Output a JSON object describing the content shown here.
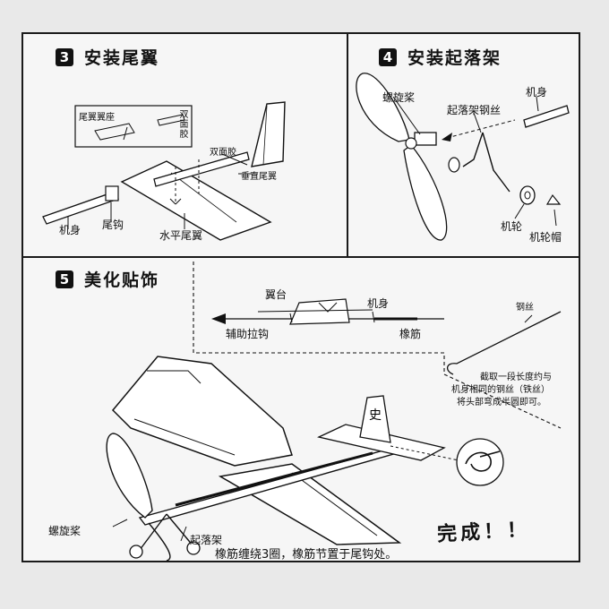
{
  "step3": {
    "number": "3",
    "title": "安装尾翼",
    "labels": {
      "tail_seat": "尾翼翼座",
      "double_tape_vertical": "双面胶",
      "double_tape": "双面胶",
      "vertical_tail": "垂直尾翼",
      "fuselage": "机身",
      "tail_hook": "尾钩",
      "horizontal_tail": "水平尾翼"
    }
  },
  "step4": {
    "number": "4",
    "title": "安装起落架",
    "labels": {
      "propeller": "螺旋桨",
      "landing_gear_wire": "起落架钢丝",
      "fuselage": "机身",
      "wheel": "机轮",
      "wheel_cap": "机轮帽"
    }
  },
  "step5": {
    "number": "5",
    "title": "美化贴饰",
    "labels": {
      "wing_mount": "翼台",
      "fuselage": "机身",
      "aux_hook": "辅助拉钩",
      "rubber_band": "橡筋",
      "steel_wire": "钢丝",
      "wire_note_1": "截取一段长度约与",
      "wire_note_2": "机身相同的钢丝（铁丝）",
      "wire_note_3": "将头部弯成半圆即可。",
      "propeller": "螺旋桨",
      "landing_gear": "起落架",
      "done": "完成！！",
      "footer": "橡筋缠绕3圈，橡筋节置于尾钩处。"
    }
  }
}
